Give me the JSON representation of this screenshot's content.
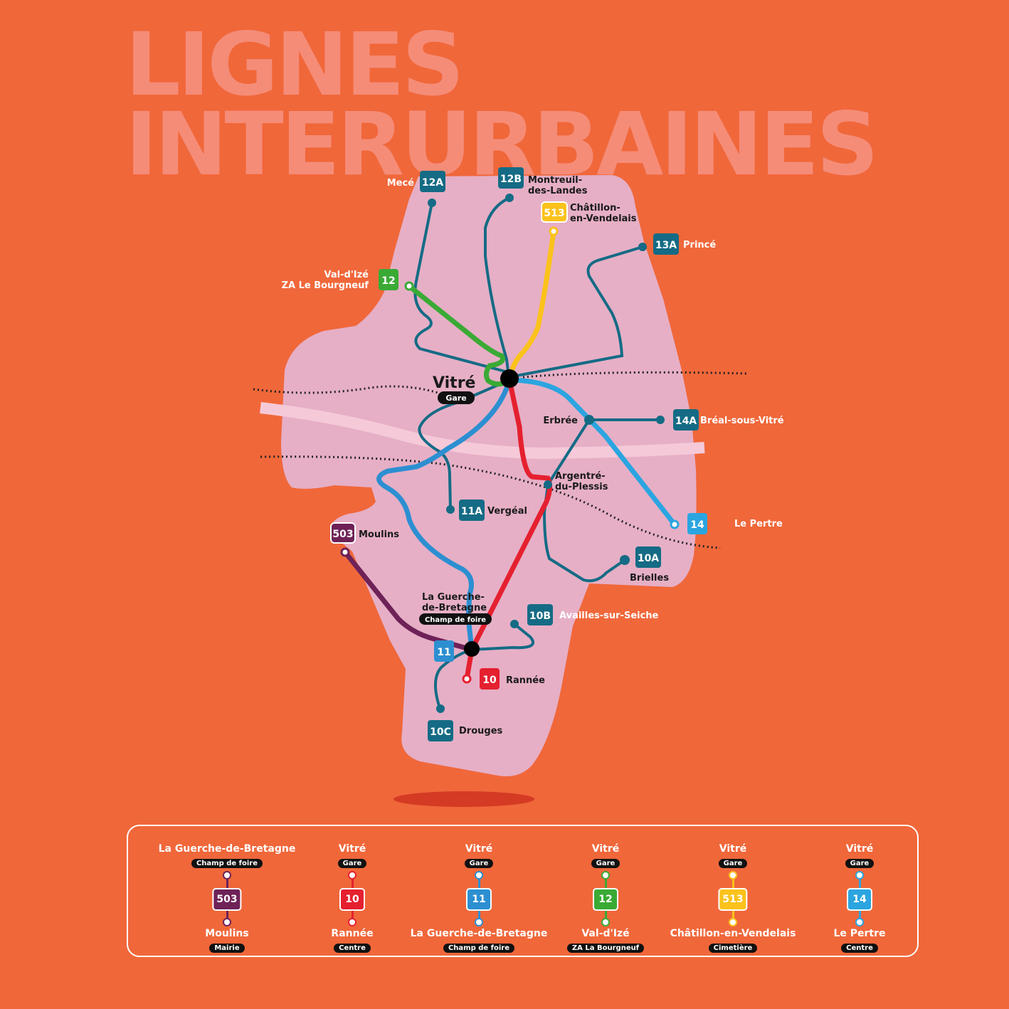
{
  "title": {
    "line1": "LIGNES",
    "line2": "INTERURBAINES"
  },
  "colors": {
    "background": "#F0673A",
    "title": "#F58C77",
    "region": "#E6AFC6",
    "line_dark": "#156B85",
    "line_11": "#2C8FD1",
    "line_14": "#2BA5E0",
    "line_10": "#E5202F",
    "line_12": "#3AAA35",
    "line_513": "#FBC21B",
    "line_503": "#6E2257"
  },
  "hubs": {
    "vitre": {
      "name": "Vitré",
      "sub": "Gare"
    },
    "guerche": {
      "name1": "La Guerche-",
      "name2": "de-Bretagne",
      "sub": "Champ de foire"
    }
  },
  "badges": {
    "b12a": "12A",
    "b12b": "12B",
    "b513": "513",
    "b13a": "13A",
    "b12": "12",
    "b14a": "14A",
    "b11a": "11A",
    "b503": "503",
    "b14": "14",
    "b10a": "10A",
    "b10b": "10B",
    "b11": "11",
    "b10": "10",
    "b10c": "10C"
  },
  "places": {
    "mece": "Mecé",
    "montreuil1": "Montreuil-",
    "montreuil2": "des-Landes",
    "chatillon1": "Châtillon-",
    "chatillon2": "en-Vendelais",
    "vald1": "Val-d'Izé",
    "vald2": "ZA Le Bourgneuf",
    "prince": "Princé",
    "erbree": "Erbrée",
    "breal": "Bréal-sous-Vitré",
    "argentre1": "Argentré-",
    "argentre2": "du-Plessis",
    "vergeal": "Vergéal",
    "moulins": "Moulins",
    "lepertre": "Le Pertre",
    "brielles": "Brielles",
    "availles": "Availles-sur-Seiche",
    "rannee": "Rannée",
    "drouges": "Drouges"
  },
  "legend": [
    {
      "top": "La Guerche-de-Bretagne",
      "top_sub": "Champ de foire",
      "num": "503",
      "color": "#6E2257",
      "bottom": "Moulins",
      "bottom_sub": "Mairie"
    },
    {
      "top": "Vitré",
      "top_sub": "Gare",
      "num": "10",
      "color": "#E5202F",
      "bottom": "Rannée",
      "bottom_sub": "Centre"
    },
    {
      "top": "Vitré",
      "top_sub": "Gare",
      "num": "11",
      "color": "#2C8FD1",
      "bottom": "La Guerche-de-Bretagne",
      "bottom_sub": "Champ de foire"
    },
    {
      "top": "Vitré",
      "top_sub": "Gare",
      "num": "12",
      "color": "#3AAA35",
      "bottom": "Val-d'Izé",
      "bottom_sub": "ZA La Bourgneuf"
    },
    {
      "top": "Vitré",
      "top_sub": "Gare",
      "num": "513",
      "color": "#FBC21B",
      "bottom": "Châtillon-en-Vendelais",
      "bottom_sub": "Cimetière"
    },
    {
      "top": "Vitré",
      "top_sub": "Gare",
      "num": "14",
      "color": "#2BA5E0",
      "bottom": "Le Pertre",
      "bottom_sub": "Centre"
    }
  ]
}
